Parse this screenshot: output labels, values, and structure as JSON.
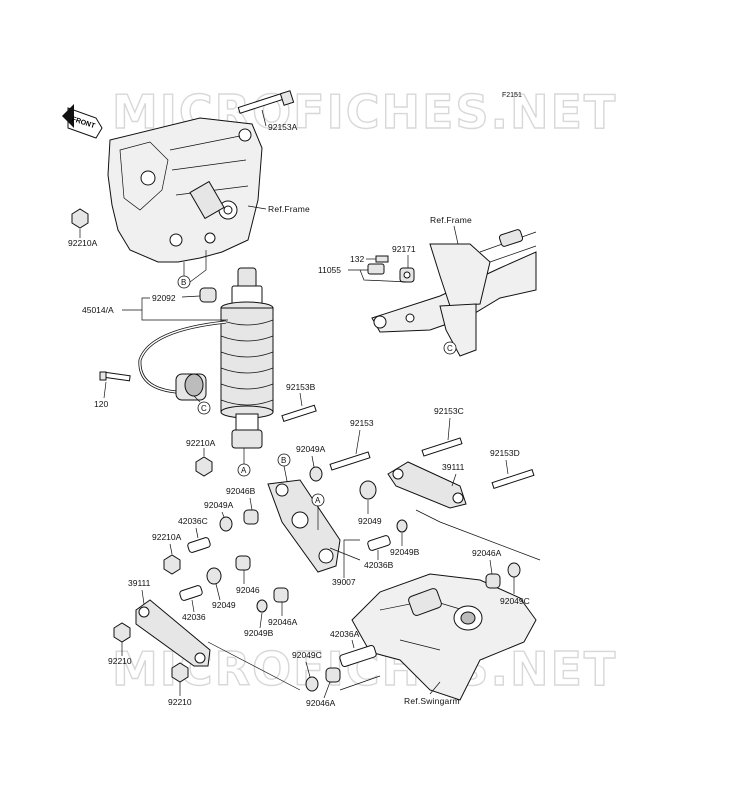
{
  "figure_code": "F2151",
  "watermark": "MICROFICHES.NET",
  "front_label": "FRONT",
  "references": {
    "frame_top": "Ref.Frame",
    "frame_right": "Ref.Frame",
    "swingarm": "Ref.Swingarm"
  },
  "markers": [
    "B",
    "C",
    "A",
    "B",
    "A",
    "C"
  ],
  "parts": {
    "p92153A": "92153A",
    "p92210A_top": "92210A",
    "p92092": "92092",
    "p45014A": "45014/A",
    "p120": "120",
    "p92153B": "92153B",
    "p92210A_mid": "92210A",
    "p132": "132",
    "p92171": "92171",
    "p11055": "11055",
    "p92153": "92153",
    "p92153C": "92153C",
    "p92049A_1": "92049A",
    "p92153D": "92153D",
    "p39111_r": "39111",
    "p92046B": "92046B",
    "p92049A_2": "92049A",
    "p42036C": "42036C",
    "p92210A_low": "92210A",
    "p92049": "92049",
    "p92049B_1": "92049B",
    "p42036B": "42036B",
    "p39007": "39007",
    "p92046A_r": "92046A",
    "p39111_l": "39111",
    "p92046": "92046",
    "p92049_2": "92049",
    "p42036": "42036",
    "p92049C_r": "92049C",
    "p92046A_m": "92046A",
    "p92049B_2": "92049B",
    "p42036A": "42036A",
    "p92210_1": "92210",
    "p92049C_m": "92049C",
    "p92210_2": "92210",
    "p92046A_b": "92046A"
  }
}
